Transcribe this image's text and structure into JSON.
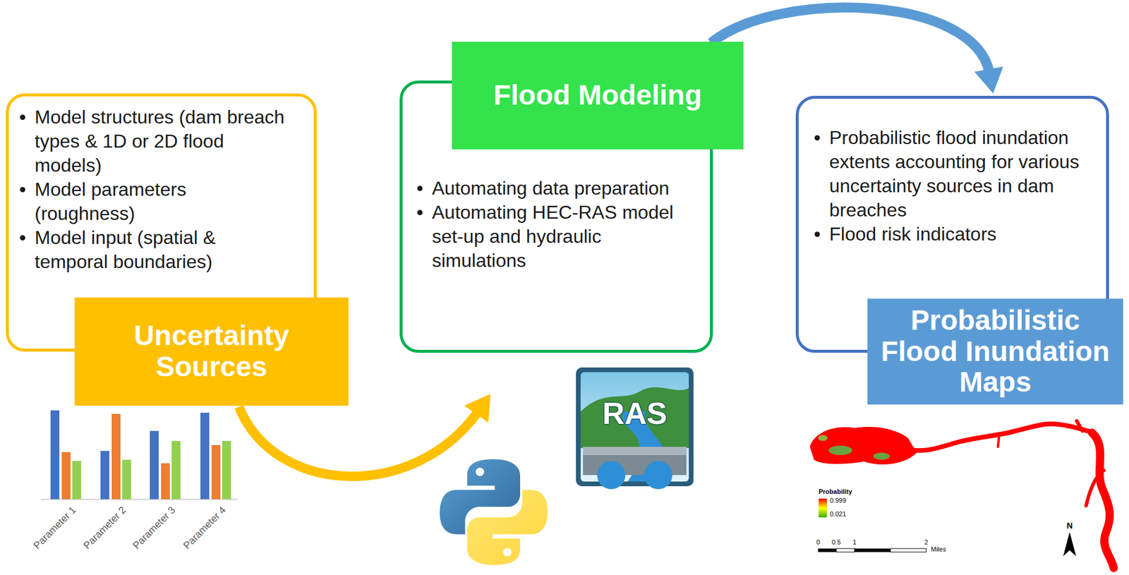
{
  "diagram": {
    "nodes": [
      {
        "text": [
          "Uncertainty Sources",
          "Model structures (dam breach types & 1D or 2D flood models)",
          "Model parameters (roughness)",
          "Model input (spatial & temporal boundaries)"
        ]
      },
      {
        "text": [
          "Flood Modeling",
          "Automating data preparation",
          "Automating HEC-RAS model set-up and hydraulic simulations"
        ]
      },
      {
        "text": [
          "Probabilistic Flood Inundation Maps",
          "Probabilistic flood inundation extents accounting for various uncertainty sources in dam breaches",
          "Flood risk indicators"
        ]
      }
    ],
    "edges": [
      {
        "from": 0,
        "to": 1,
        "arrow": "to"
      },
      {
        "from": 1,
        "to": 2,
        "arrow": "to"
      }
    ],
    "labels": [
      "Parameter 1",
      "Parameter 2",
      "Parameter 3",
      "Parameter 4",
      "RAS",
      "Probability",
      "0.999",
      "0.021",
      "0",
      "0.5",
      "1",
      "2",
      "Miles",
      "N"
    ]
  }
}
